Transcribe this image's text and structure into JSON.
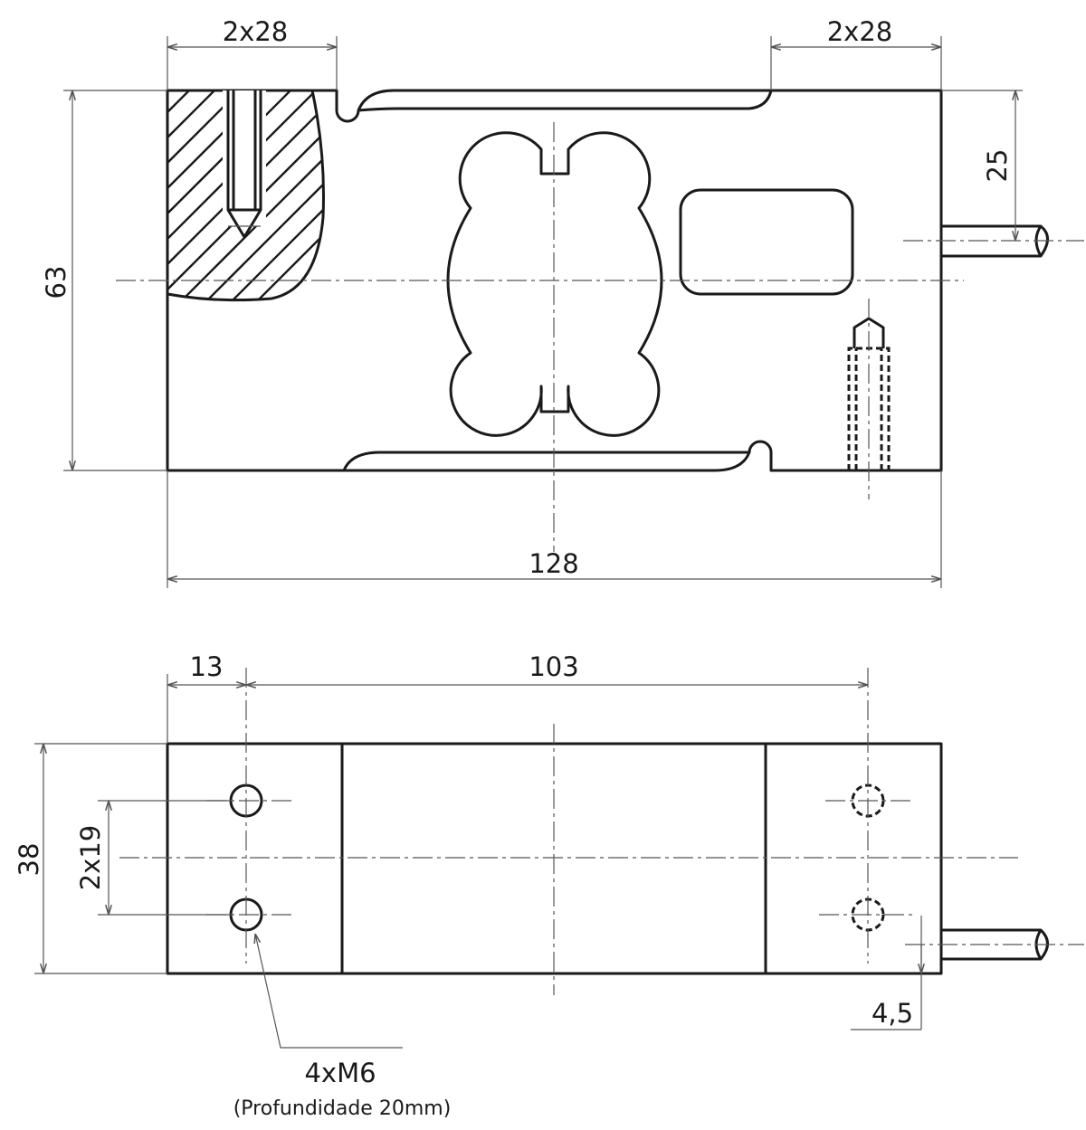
{
  "top_view": {
    "dim_left_top": "2x28",
    "dim_right_top": "2x28",
    "dim_height": "63",
    "dim_cable_offset": "25",
    "dim_length": "128"
  },
  "bottom_view": {
    "dim_edge_hole": "13",
    "dim_hole_span": "103",
    "dim_width": "38",
    "dim_hole_pitch": "2x19",
    "dim_cable_offset": "4,5",
    "thread_callout": "4xM6",
    "thread_depth_note": "(Profundidade 20mm)"
  },
  "colors": {
    "line": "#1a1a1a",
    "dimension": "#555555",
    "background": "#ffffff"
  }
}
